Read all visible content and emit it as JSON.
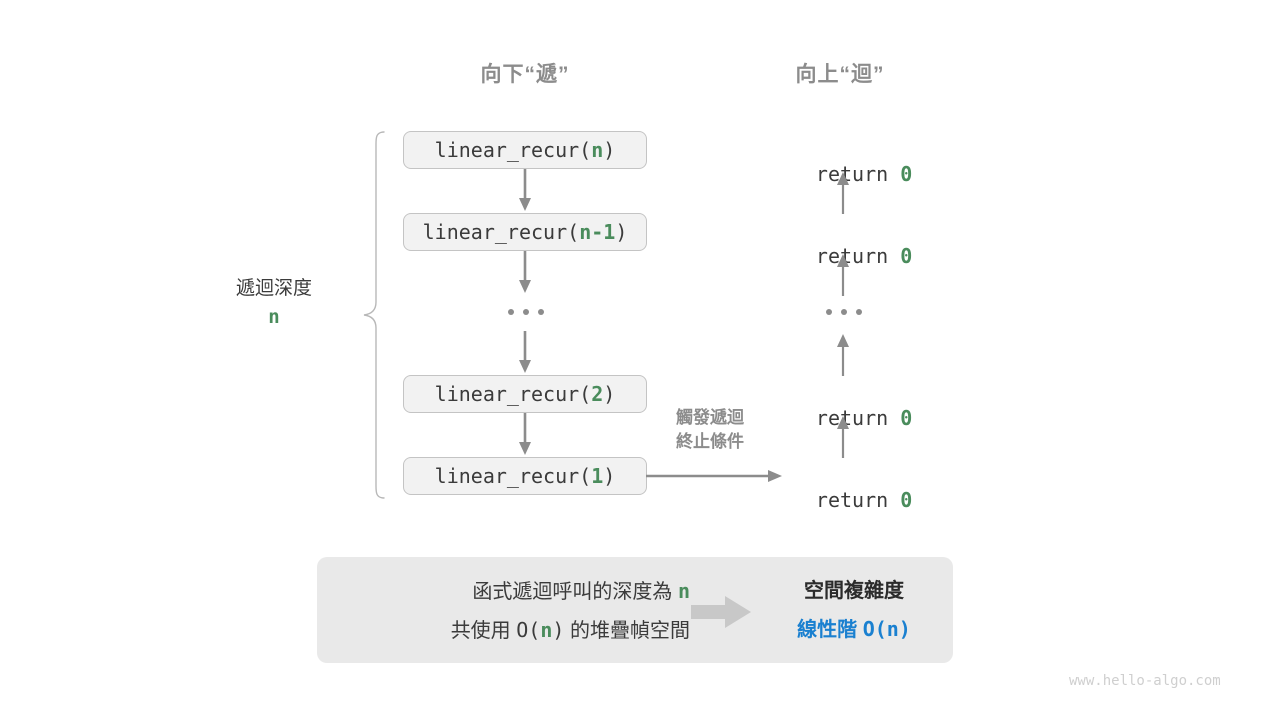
{
  "headers": {
    "down": "向下“遞”",
    "up": "向上“迴”"
  },
  "depth_label": {
    "title": "遞迴深度",
    "value": "n"
  },
  "call_stack": [
    {
      "fn": "linear_recur(",
      "arg": "n",
      "close": ")"
    },
    {
      "fn": "linear_recur(",
      "arg": "n-1",
      "close": ")"
    },
    {
      "fn": "linear_recur(",
      "arg": "2",
      "close": ")"
    },
    {
      "fn": "linear_recur(",
      "arg": "1",
      "close": ")"
    }
  ],
  "ellipsis": "...",
  "returns": [
    {
      "keyword": "return ",
      "value": "0"
    },
    {
      "keyword": "return ",
      "value": "0"
    },
    {
      "keyword": "return ",
      "value": "0"
    },
    {
      "keyword": "return ",
      "value": "0"
    }
  ],
  "terminate_note": {
    "line1": "觸發遞迴",
    "line2": "終止條件"
  },
  "summary": {
    "left_line1_pre": "函式遞迴呼叫的深度為 ",
    "left_line1_var": "n",
    "left_line2_pre": "共使用 ",
    "left_line2_o": "O(",
    "left_line2_var": "n",
    "left_line2_close": ")",
    "left_line2_post": " 的堆疊幀空間",
    "right_title": "空間複雜度",
    "right_sub_text": "線性階 ",
    "right_sub_code": "O(n)"
  },
  "watermark": "www.hello-algo.com",
  "colors": {
    "green": "#4a8c5c",
    "blue": "#1a80d0",
    "gray_text": "#8c8c8c",
    "dark_text": "#3b3b3b",
    "box_bg": "#f2f2f2",
    "box_border": "#c4c4c4",
    "panel_bg": "#e9e9e9",
    "arrow": "#8c8c8c",
    "block_arrow": "#c8c8c8",
    "watermark": "#cfcfcf"
  }
}
